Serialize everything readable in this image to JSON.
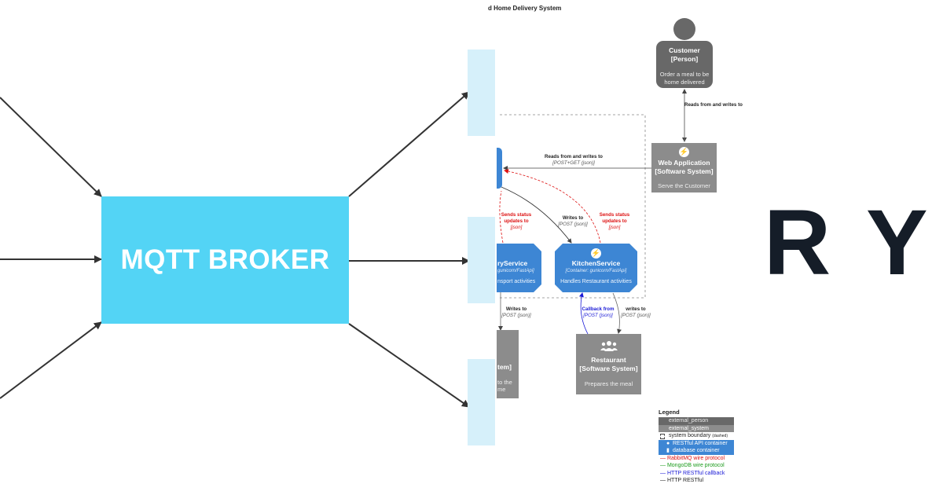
{
  "left": {
    "broker_label": "MQTT BROKER",
    "colors": {
      "broker": "#53d4f5",
      "topic": "#d6f0fa",
      "arrow": "#333333"
    }
  },
  "diagram": {
    "title": "d Home Delivery System",
    "customer": {
      "name": "Customer",
      "type": "[Person]",
      "desc_line1": "Order a meal to be",
      "desc_line2": "home delivered"
    },
    "web_app": {
      "name": "Web Application",
      "type": "[Software System]",
      "desc": "Serve the Customer",
      "icon": "bolt-icon"
    },
    "restaurant": {
      "name": "Restaurant",
      "type": "[Software System]",
      "desc": "Prepares the meal",
      "icon": "users-icon"
    },
    "kitchen": {
      "name": "KitchenService",
      "tech": "[Container: gunicorn/FastApi]",
      "desc": "Handles Restaurant activities",
      "icon": "bolt-icon"
    },
    "delivery": {
      "name": "ryService",
      "tech": "gunicorn/FastApi]",
      "desc": "nsport activities"
    },
    "delivery_system": {
      "name": "tem]",
      "desc_line1": "to the",
      "desc_line2": "me"
    },
    "edges": {
      "customer_web": "Reads from and writes to",
      "web_order_title": "Reads from and writes to",
      "web_order_tech": "[POST+GET (json)]",
      "order_kitchen_title": "Writes to",
      "order_kitchen_tech": "[POST (json)]",
      "status_left_1": "Sends status",
      "status_left_2": "updates to",
      "status_left_tech": "[json]",
      "status_right_1": "Sends status",
      "status_right_2": "updates to",
      "status_right_tech": "[json]",
      "delivery_writes": "Writes to",
      "delivery_writes_tech": "[POST (json)]",
      "callback": "Callback from",
      "callback_tech": "[POST (json)]",
      "kitchen_writes": "writes to",
      "kitchen_writes_tech": "[POST (json)]"
    },
    "legend": {
      "title": "Legend",
      "items": [
        "external_person",
        "external_system",
        "system boundary",
        "RESTful API container",
        "database container",
        "RabbitMQ wire protocol",
        "MongoDB wire protocol",
        "HTTP RESTful callback",
        "HTTP RESTful"
      ],
      "boundary_note": "(dashed)"
    },
    "colors": {
      "person": "#686868",
      "system": "#8c8c8c",
      "container": "#3d86d4",
      "rabbitmq": "#d11111",
      "mongodb": "#1a9a1a",
      "callback": "#1a1ad6",
      "restful": "#333333"
    }
  },
  "overlay": {
    "letter_1": "R",
    "letter_2": "Y"
  }
}
